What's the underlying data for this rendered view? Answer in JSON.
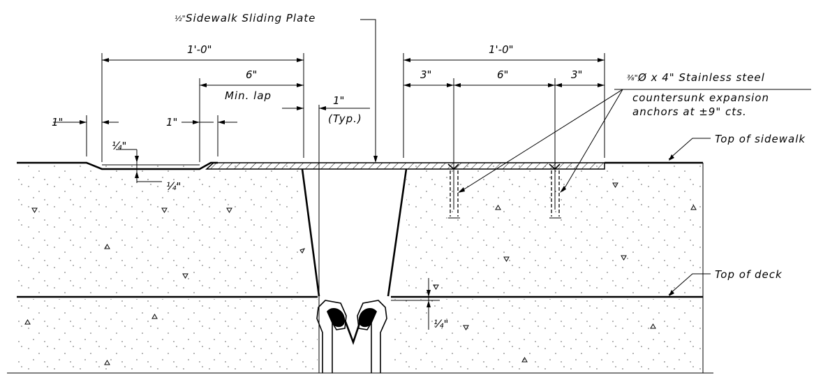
{
  "labels": {
    "sliding_plate": "Sidewalk Sliding Plate",
    "sliding_plate_frac": "½\"",
    "anchor_line1_frac": "⅜\"",
    "anchor_line1": "Ø x 4\" Stainless steel",
    "anchor_line2": "countersunk expansion",
    "anchor_line3": "anchors at ±9\" cts.",
    "top_of_sidewalk": "Top of sidewalk",
    "top_of_deck": "Top of deck"
  },
  "dimensions": {
    "left_overall": "1'-0\"",
    "right_overall": "1'-0\"",
    "min_lap_value": "6\"",
    "min_lap_text": "Min. lap",
    "left_edge_1": "1\"",
    "mid_1": "1\"",
    "typ_1": "1\"",
    "typ_text": "(Typ.)",
    "recess_top": "¼\"",
    "recess_bottom": "¼\"",
    "deck_offset": "¼\"",
    "right_3a": "3\"",
    "right_6": "6\"",
    "right_3b": "3\""
  }
}
